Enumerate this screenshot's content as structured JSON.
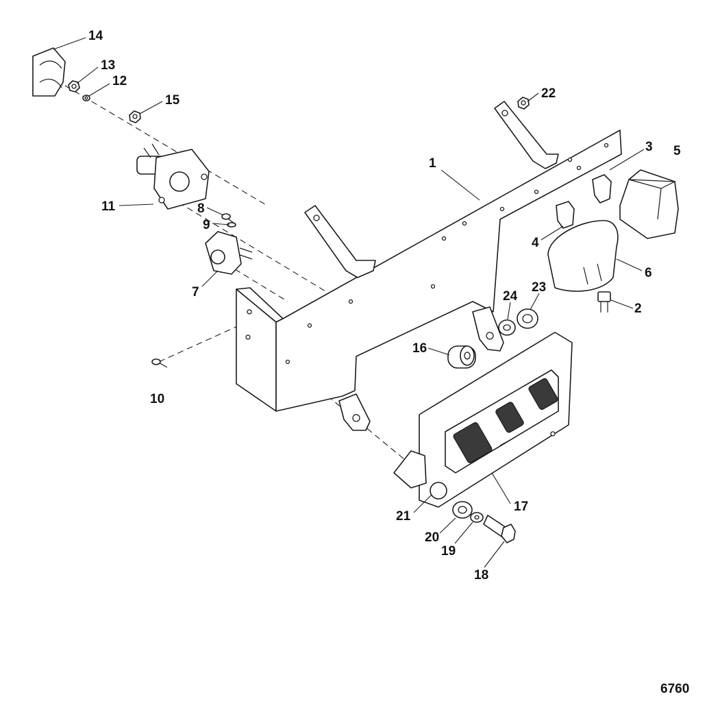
{
  "figure_number": "6760",
  "callouts": [
    {
      "id": "1",
      "label": "1"
    },
    {
      "id": "2",
      "label": "2"
    },
    {
      "id": "3",
      "label": "3"
    },
    {
      "id": "4",
      "label": "4"
    },
    {
      "id": "5",
      "label": "5"
    },
    {
      "id": "6",
      "label": "6"
    },
    {
      "id": "7",
      "label": "7"
    },
    {
      "id": "8",
      "label": "8"
    },
    {
      "id": "9",
      "label": "9"
    },
    {
      "id": "10",
      "label": "10"
    },
    {
      "id": "11",
      "label": "11"
    },
    {
      "id": "12",
      "label": "12"
    },
    {
      "id": "13",
      "label": "13"
    },
    {
      "id": "14",
      "label": "14"
    },
    {
      "id": "15",
      "label": "15"
    },
    {
      "id": "16",
      "label": "16"
    },
    {
      "id": "17",
      "label": "17"
    },
    {
      "id": "18",
      "label": "18"
    },
    {
      "id": "19",
      "label": "19"
    },
    {
      "id": "20",
      "label": "20"
    },
    {
      "id": "21",
      "label": "21"
    },
    {
      "id": "22",
      "label": "22"
    },
    {
      "id": "23",
      "label": "23"
    },
    {
      "id": "24",
      "label": "24"
    }
  ]
}
